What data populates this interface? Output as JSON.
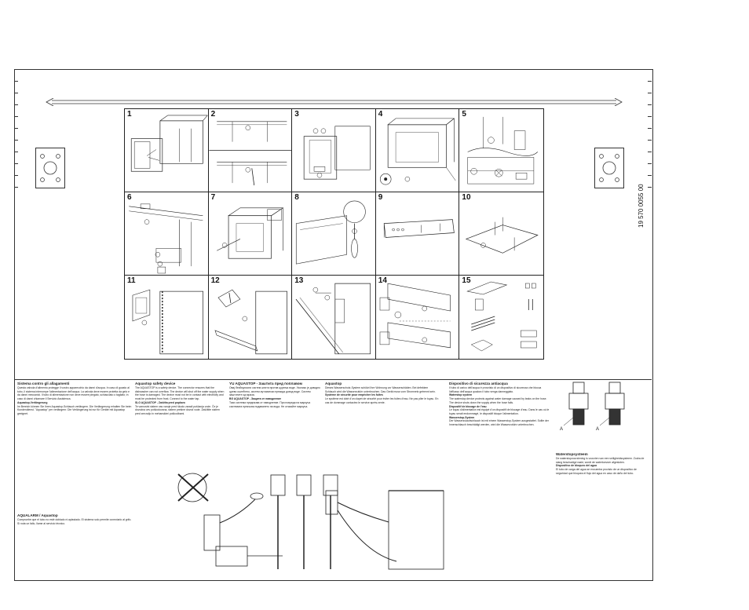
{
  "document": {
    "doc_number": "19 570 0055 00"
  },
  "steps": [
    {
      "num": "1"
    },
    {
      "num": "2"
    },
    {
      "num": "3"
    },
    {
      "num": "4"
    },
    {
      "num": "5"
    },
    {
      "num": "6"
    },
    {
      "num": "7"
    },
    {
      "num": "8"
    },
    {
      "num": "9"
    },
    {
      "num": "10"
    },
    {
      "num": "11"
    },
    {
      "num": "12"
    },
    {
      "num": "13"
    },
    {
      "num": "14"
    },
    {
      "num": "15"
    }
  ],
  "text_columns": [
    {
      "heading": "Sistema contro gli allagamenti",
      "body": "Questa valvola d'alimento protegge il vostro apparecchio da danni d'acqua. In caso di guasto al tubo, il sistema interrompe l'alimentazione dell'acqua. La valvola deve essere protetta da gelo e da danni meccanici. Il tubo di alimentazione non deve essere piegato, schiacciato o tagliato; in caso di danni chiamare il Servizio Assistenza.",
      "heading2": "Aquastop-Verlängerung",
      "body2": "Im Bereich können Sie Ihren Aquastop-Schlauch verlängern. Die Verlängerung erhalten Sie beim Kundendienst. \"Aquastop\" per verlängern: Die Verlängerung ist nur für Geräte mit Aquastop geeignet.",
      "heading3": "AQUALARM / Aquastop",
      "body3": "Compruebe que el tubo no esté doblado ni aplastado. El sistema solo permite conectarlo al grifo. Si nota un fallo, llame al servicio técnico."
    },
    {
      "heading": "Aquastop safety device",
      "body": "The AQUASTOP is a safety device. The connector ensures that the dishwasher can not overflow. The device will shut off the water supply when the hose is damaged. The device must not be in contact with electricity and must be protected from frost. Connect to the water tap.",
      "heading2": "SLO AQUASTOP - Zaščita pred poplavo",
      "body2": "Te varnostni sistem vas varuje pred škodo zaradi puščanja vode. Če je dovodna cev poškodovana, sistem prekine dovod vode. Zaščitite sistem pred zmrzaljo in mehanskimi poškodbami."
    },
    {
      "heading": "YU AQUASTOP - Заштита пред поплавом",
      "body": "Овај безбедносни систем штити против цурења воде. Уколико је доводно црево оштећено, систем аутоматски прекида довод воде. Систем заштитите од мраза.",
      "heading2": "BG AQUASTOP - Защита от наводнение",
      "body2": "Тази система предпазва от наводнение. При повреда на маркуча системата прекъсва подаването на вода. Не огъвайте маркуча."
    },
    {
      "heading": "Aquastop",
      "body": "Dieses Wasserschutz-System schützt Ihre Wohnung vor Wasserschäden. Bei defektem Schlauch wird die Wasserzufuhr unterbrochen. Das Gerät muss vom Stromnetz getrennt sein.",
      "heading2": "Système de sécurité pour empêcher les fuites",
      "body2": "Le système est doté d'un clapet de sécurité pour éviter les fuites d'eau. Ne pas plier le tuyau. En cas de dommage contactez le service après-vente."
    },
    {
      "heading": "Dispositivo di sicurezza antiacqua",
      "body": "Il tubo di carico dell'acqua è provvisto di un dispositivo di sicurezza che blocca l'afflusso dell'acqua qualora il tubo venga danneggiato.",
      "heading2": "Waterstop system",
      "body2": "The waterstop device protects against water damage caused by leaks on the hose. The device shuts down the supply when the hose fails.",
      "heading3": "Dispositif de blocage de l'eau",
      "body3": "Le tuyau d'alimentation est équipé d'un dispositif de blocage d'eau. Dans le cas où le tuyau serait endommagé, le dispositif bloque l'alimentation.",
      "heading4": "Wasserstop-System",
      "body4": "Der Wasserzulaufschlauch ist mit einem Wasserstop-System ausgestattet. Sollte der Innenschlauch beschädigt werden, wird die Wasserzufuhr unterbrochen."
    },
    {
      "heading": "Waterstopsysteem",
      "body": "De waterstopvoorziening is voorzien van een veiligheidssysteem. Zodra de slang beschadigd raakt, wordt de watertoevoer afgesloten.",
      "heading2": "Dispositivo de bloqueo del agua",
      "body2": "El tubo de carga del agua se encuentra provisto de un dispositivo de seguridad que bloquea el flujo del agua en caso de daño del tubo."
    }
  ],
  "labels": {
    "valve_a": "A",
    "valve_a2": "A"
  }
}
